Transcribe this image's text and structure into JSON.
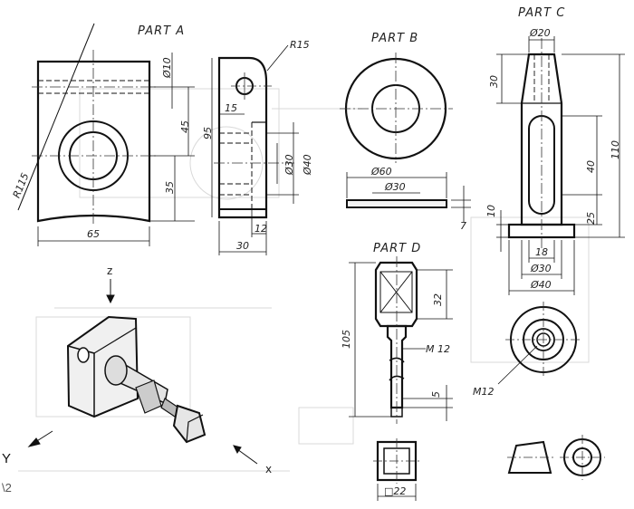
{
  "part_a": {
    "title": "PART A",
    "dims": {
      "r15": "R15",
      "d10": "Ø10",
      "h45": "45",
      "h95": "95",
      "r115": "R115",
      "w65": "65",
      "h35": "35",
      "w15": "15",
      "d30": "Ø30",
      "d40": "Ø40",
      "w12": "12",
      "w30": "30"
    }
  },
  "part_b": {
    "title": "PART B",
    "dims": {
      "d60": "Ø60",
      "d30": "Ø30",
      "t7": "7"
    }
  },
  "part_c": {
    "title": "PART C",
    "dims": {
      "d20": "Ø20",
      "h30": "30",
      "h110": "110",
      "h40": "40",
      "h10": "10",
      "h25": "25",
      "w18": "18",
      "d30": "Ø30",
      "d40": "Ø40"
    }
  },
  "part_d": {
    "title": "PART D",
    "dims": {
      "h32": "32",
      "h105": "105",
      "m12": "M 12",
      "h5": "5",
      "sq22": "□22",
      "m12b": "M12"
    }
  },
  "axes": {
    "z": "z",
    "x": "x",
    "y": "Y"
  },
  "sheet_ref": "\\2"
}
